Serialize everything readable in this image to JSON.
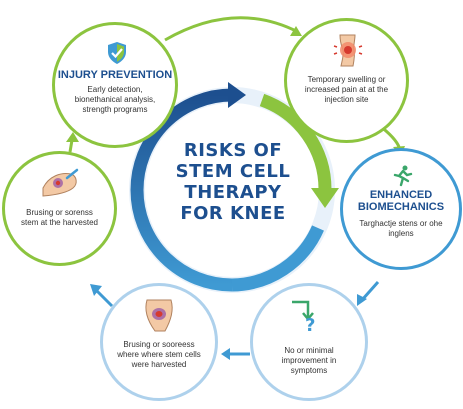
{
  "center": {
    "title": "RISKS OF STEM CELL THERAPY FOR KNEE"
  },
  "nodes": {
    "injury_prevention": {
      "title": "INJURY PREVENTION",
      "text": "Early detection, bionethanical analysis, strength programs",
      "icon": "shield-check-icon"
    },
    "swelling": {
      "text": "Temporary swelling or increased pain at at the injection site",
      "icon": "inflamed-knee-icon"
    },
    "biomechanics": {
      "title": "ENHANCED BIOMECHANICS",
      "text": "Targhactje stens or ohe inglens",
      "icon": "running-person-icon"
    },
    "no_improvement": {
      "text": "No or minimal improvement in symptoms",
      "icon": "question-mark-icon"
    },
    "bruising_harvest": {
      "text": "Brusing or sooreess where where stem cells were harvested",
      "icon": "bruised-hip-icon"
    },
    "bruising_left": {
      "text": "Brusing or sorenss stem at the harvested",
      "icon": "bruised-arm-icon"
    }
  },
  "colors": {
    "green": "#8cc43f",
    "blue": "#3f9ad3",
    "dark_blue": "#1d4f8f",
    "light_blue": "#aed1ec"
  }
}
